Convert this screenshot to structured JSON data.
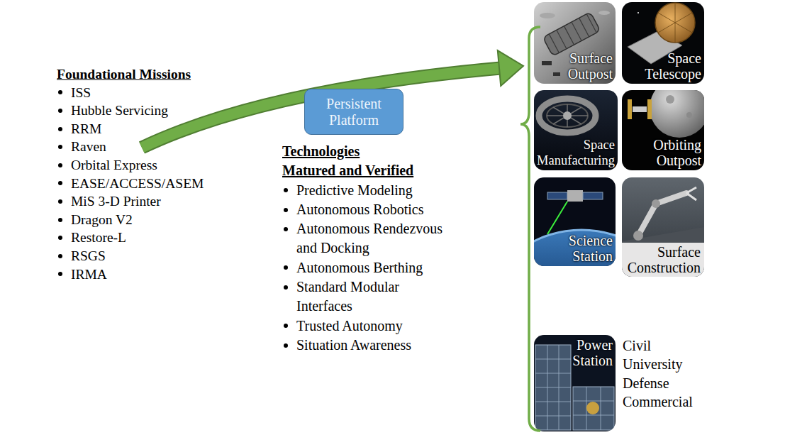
{
  "diagram": {
    "nodes": [
      {
        "text": [
          "Persistent Platform"
        ]
      },
      {
        "text": [
          "Surface Outpost"
        ]
      },
      {
        "text": [
          "Space Telescope"
        ]
      },
      {
        "text": [
          "Space Manufacturing"
        ]
      },
      {
        "text": [
          "Orbiting Outpost"
        ]
      },
      {
        "text": [
          "Science Station"
        ]
      },
      {
        "text": [
          "Surface Construction"
        ]
      },
      {
        "text": [
          "Power Station"
        ]
      }
    ],
    "labels": [
      "Foundational Missions",
      "ISS",
      "Hubble Servicing",
      "RRM",
      "Raven",
      "Orbital Express",
      "EASE/ACCESS/ASEM",
      "MiS 3-D Printer",
      "Dragon V2",
      "Restore-L",
      "RSGS",
      "IRMA",
      "Technologies Matured and Verified",
      "Predictive Modeling",
      "Autonomous Robotics",
      "Autonomous Rendezvous and Docking",
      "Autonomous Berthing",
      "Standard Modular Interfaces",
      "Trusted Autonomy",
      "Situation Awareness",
      "Civil",
      "University",
      "Defense",
      "Commercial"
    ]
  }
}
